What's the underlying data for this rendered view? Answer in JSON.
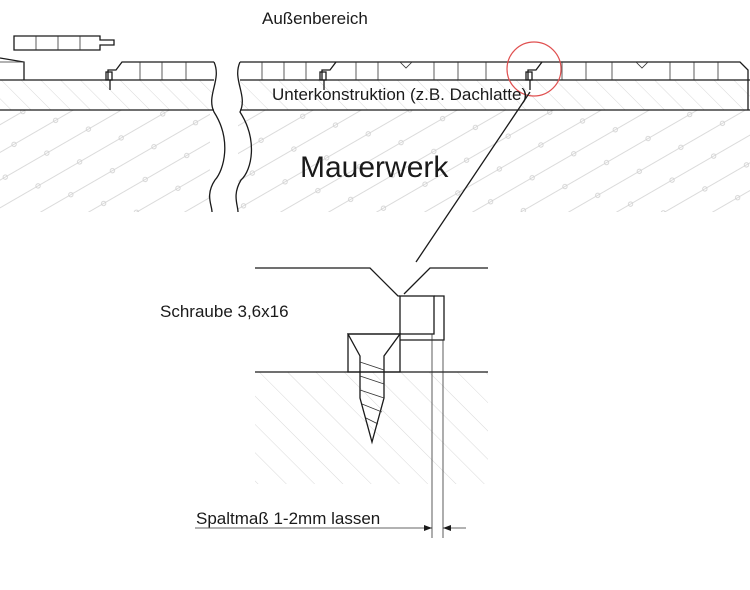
{
  "labels": {
    "outside": "Außenbereich",
    "substructure": "Unterkonstruktion (z.B. Dachlatte)",
    "masonry": "Mauerwerk",
    "screw": "Schraube 3,6x16",
    "gap": "Spaltmaß 1-2mm lassen"
  },
  "colors": {
    "line": "#1a1a1a",
    "hatch": "#c8c8c8",
    "highlight_circle": "#e05050"
  }
}
